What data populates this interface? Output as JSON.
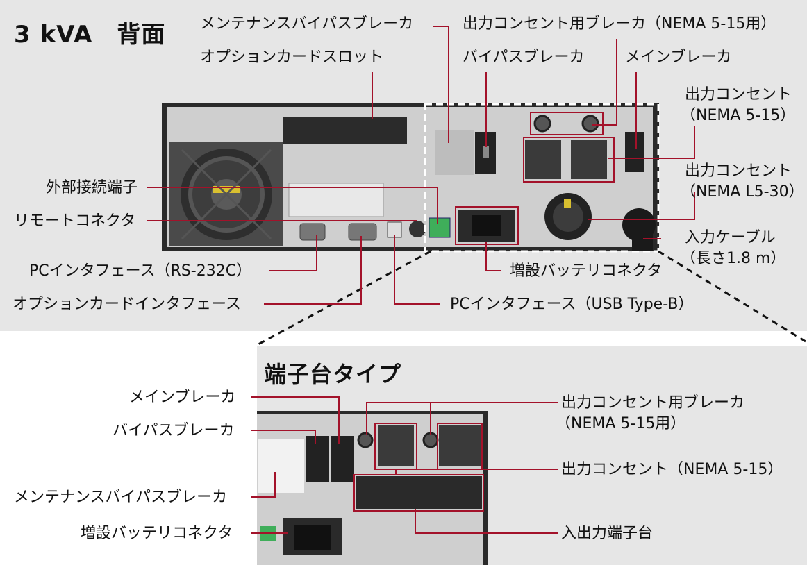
{
  "top": {
    "title": "3 kVA　背面",
    "labels": {
      "maintenance_bypass_breaker": "メンテナンスバイパスブレーカ",
      "option_card_slot": "オプションカードスロット",
      "outlet_breaker": "出力コンセント用ブレーカ（NEMA 5-15用）",
      "bypass_breaker": "バイパスブレーカ",
      "main_breaker": "メインブレーカ",
      "outlet_515_line1": "出力コンセント",
      "outlet_515_line2": "（NEMA 5-15）",
      "outlet_l530_line1": "出力コンセント",
      "outlet_l530_line2": "（NEMA L5-30）",
      "external_terminal": "外部接続端子",
      "remote_connector": "リモートコネクタ",
      "input_cable_line1": "入力ケーブル",
      "input_cable_line2": "（長さ1.8 m）",
      "pc_interface_rs232c": "PCインタフェース（RS-232C）",
      "ext_battery_connector": "増設バッテリコネクタ",
      "option_card_interface": "オプションカードインタフェース",
      "pc_interface_usb": "PCインタフェース（USB Type-B）"
    }
  },
  "bottom": {
    "title": "端子台タイプ",
    "labels": {
      "main_breaker": "メインブレーカ",
      "bypass_breaker": "バイパスブレーカ",
      "maintenance_bypass_breaker": "メンテナンスバイパスブレーカ",
      "ext_battery_connector": "増設バッテリコネクタ",
      "outlet_breaker_line1": "出力コンセント用ブレーカ",
      "outlet_breaker_line2": "（NEMA 5-15用）",
      "outlet_515": "出力コンセント（NEMA 5-15）",
      "io_terminal_block": "入出力端子台"
    }
  },
  "colors": {
    "leader": "#a3122a",
    "panel_bg": "#e6e6e6",
    "device_body": "#c8c8c8",
    "device_frame": "#2a2a2a"
  }
}
